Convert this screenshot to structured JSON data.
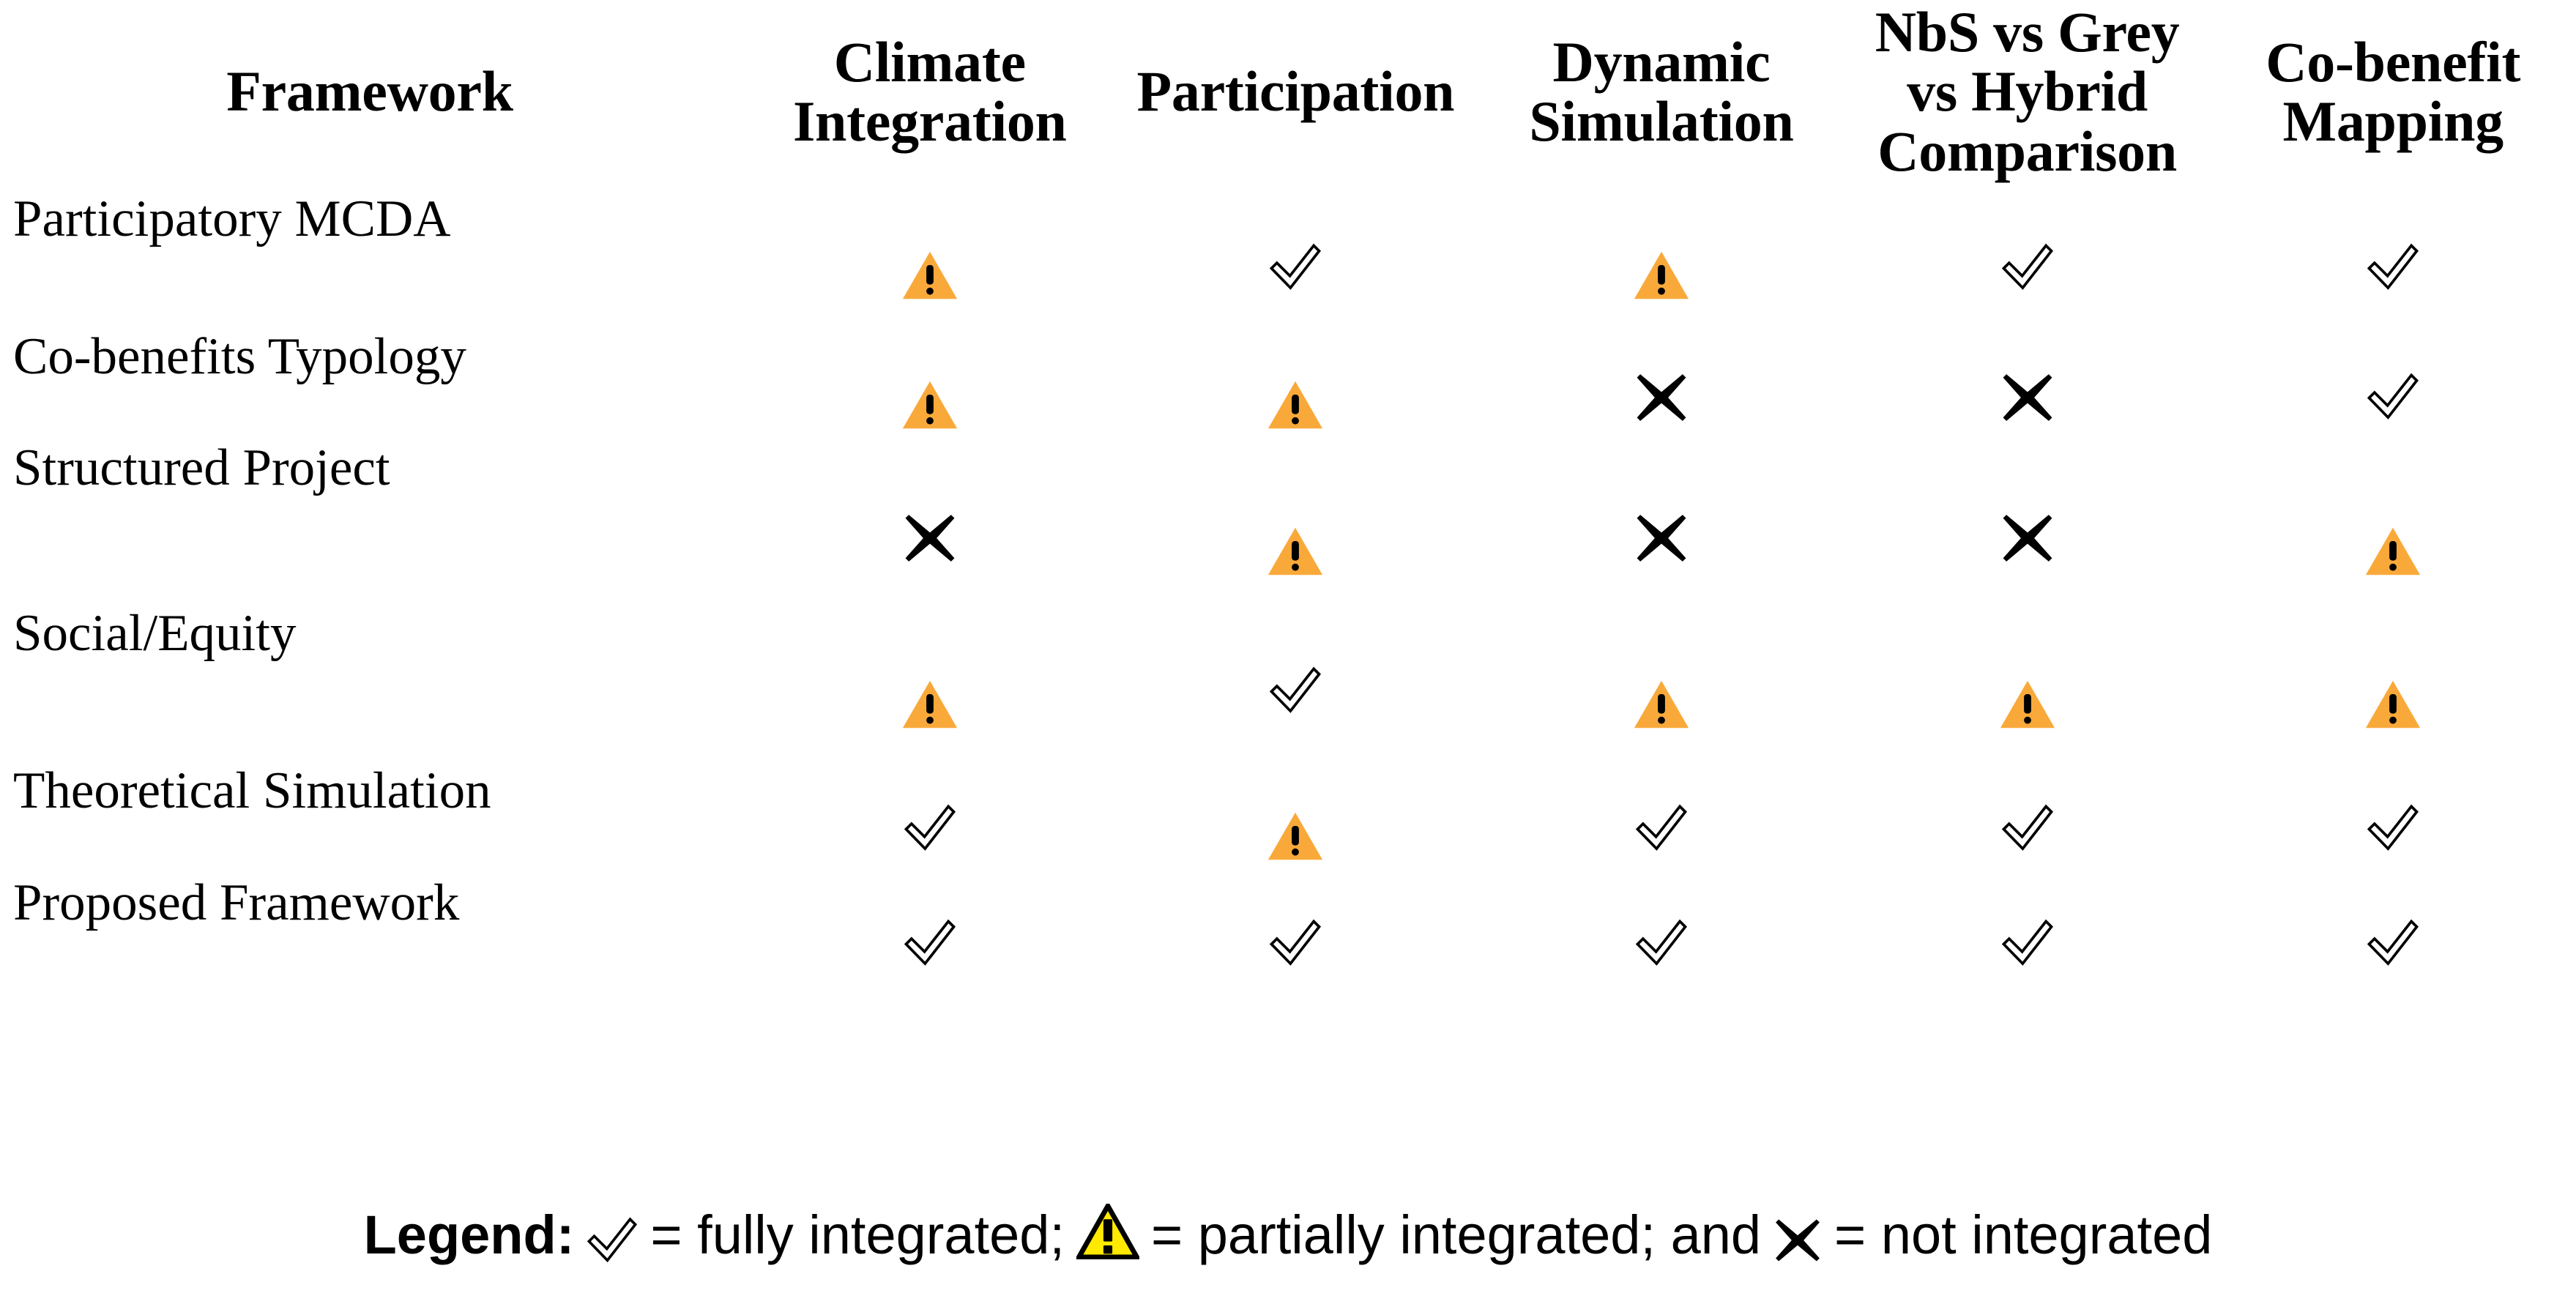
{
  "table": {
    "columns": [
      {
        "key": "framework",
        "label": "Framework"
      },
      {
        "key": "climate_integration",
        "label": "Climate\nIntegration"
      },
      {
        "key": "participation",
        "label": "Participation"
      },
      {
        "key": "dynamic_simulation",
        "label": "Dynamic\nSimulation"
      },
      {
        "key": "nbs_vs_grey_vs_hybrid",
        "label": "NbS vs Grey\nvs Hybrid\nComparison"
      },
      {
        "key": "co_benefit_mapping",
        "label": "Co-benefit\nMapping"
      }
    ],
    "rows": [
      {
        "framework": "Participatory MCDA",
        "climate_integration": "partial",
        "participation": "full",
        "dynamic_simulation": "partial",
        "nbs_vs_grey_vs_hybrid": "full",
        "co_benefit_mapping": "full"
      },
      {
        "framework": "Co-benefits Typology",
        "climate_integration": "partial",
        "participation": "partial",
        "dynamic_simulation": "none",
        "nbs_vs_grey_vs_hybrid": "none",
        "co_benefit_mapping": "full"
      },
      {
        "framework": "Structured Project",
        "climate_integration": "none",
        "participation": "partial",
        "dynamic_simulation": "none",
        "nbs_vs_grey_vs_hybrid": "none",
        "co_benefit_mapping": "partial"
      },
      {
        "framework": "Social/Equity",
        "climate_integration": "partial",
        "participation": "full",
        "dynamic_simulation": "partial",
        "nbs_vs_grey_vs_hybrid": "partial",
        "co_benefit_mapping": "partial"
      },
      {
        "framework": "Theoretical Simulation",
        "climate_integration": "full",
        "participation": "partial",
        "dynamic_simulation": "full",
        "nbs_vs_grey_vs_hybrid": "full",
        "co_benefit_mapping": "full"
      },
      {
        "framework": "Proposed Framework",
        "climate_integration": "full",
        "participation": "full",
        "dynamic_simulation": "full",
        "nbs_vs_grey_vs_hybrid": "full",
        "co_benefit_mapping": "full"
      }
    ]
  },
  "legend": {
    "title": "Legend",
    "colon": ":",
    "full_text": "= fully integrated;",
    "partial_text": "= partially integrated; and",
    "none_text": "= not integrated"
  },
  "icons": {
    "full": "check-outline-icon",
    "partial": "warning-triangle-icon",
    "none": "heavy-multiplication-x-icon"
  },
  "colors": {
    "warning_table_fill": "#F9A93A",
    "warning_legend_fill": "#FFE900",
    "warning_legend_stroke": "#000000",
    "mark_black": "#000000",
    "background": "#FFFFFF"
  }
}
